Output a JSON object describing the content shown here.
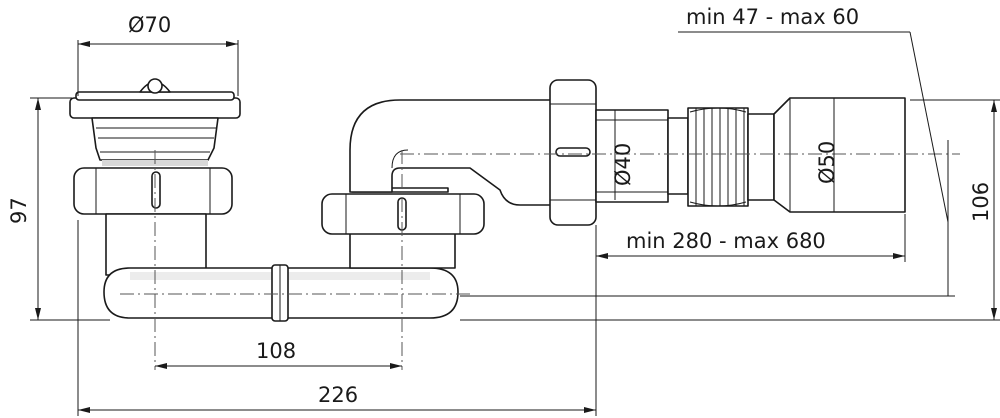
{
  "dimensions": {
    "drain_diameter": "Ø70",
    "range_top": "min 47 - max 60",
    "pipe_diameter_small": "Ø40",
    "pipe_diameter_large": "Ø50",
    "range_bottom": "min 280 - max 680",
    "height_left": "97",
    "height_right": "106",
    "spacing": "108",
    "total_length": "226"
  }
}
